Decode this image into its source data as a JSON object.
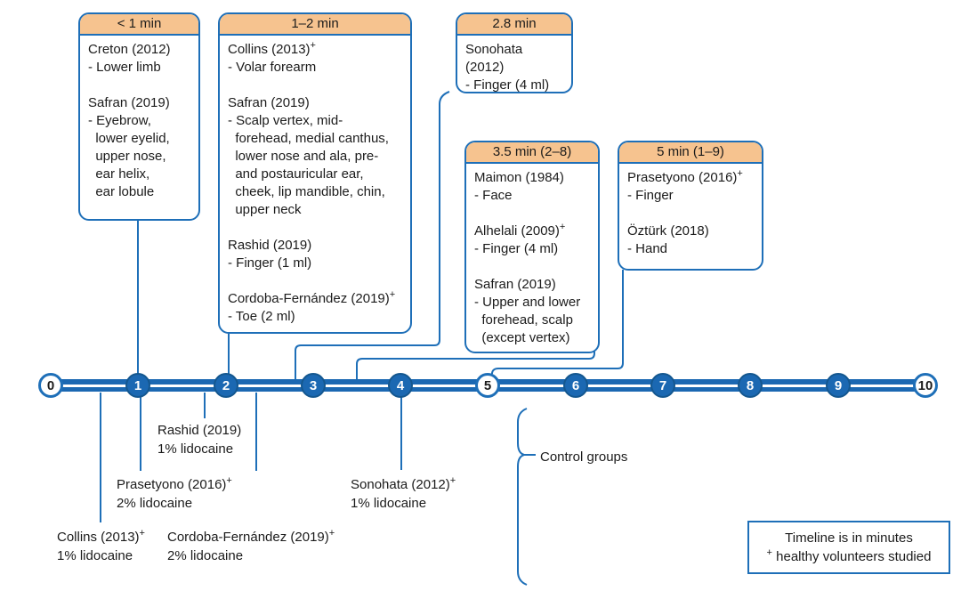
{
  "colors": {
    "line_blue": "#1e6fb8",
    "fill_blue": "#1b68b2",
    "header_peach": "#f6c38f",
    "text": "#1b1b1b"
  },
  "boxes": [
    {
      "header": "< 1 min",
      "studies": [
        {
          "name": "Creton (2012)",
          "detail": "- Lower limb"
        },
        {
          "name": "Safran (2019)",
          "detail": "- Eyebrow,\n  lower eyelid,\n  upper nose,\n  ear helix,\n  ear lobule"
        }
      ]
    },
    {
      "header": "1–2 min",
      "studies": [
        {
          "name": "Collins (2013)",
          "sup": "+",
          "detail": "- Volar forearm"
        },
        {
          "name": "Safran (2019)",
          "detail": "- Scalp vertex, mid-\n  forehead, medial canthus,\n  lower nose and ala, pre-\n  and postauricular ear,\n  cheek, lip mandible, chin,\n  upper neck"
        },
        {
          "name": "Rashid (2019)",
          "detail": "- Finger (1 ml)"
        },
        {
          "name": "Cordoba-Fernández (2019)",
          "sup": "+",
          "detail": "- Toe (2 ml)"
        }
      ]
    },
    {
      "header": "2.8 min",
      "studies": [
        {
          "name": "Sonohata (2012)",
          "detail": "- Finger (4 ml)"
        }
      ]
    },
    {
      "header": "3.5 min (2–8)",
      "studies": [
        {
          "name": "Maimon (1984)",
          "detail": "- Face"
        },
        {
          "name": "Alhelali (2009)",
          "sup": "+",
          "detail": "- Finger (4 ml)"
        },
        {
          "name": "Safran (2019)",
          "detail": "- Upper and lower\n  forehead, scalp\n  (except vertex)"
        }
      ]
    },
    {
      "header": "5 min (1–9)",
      "studies": [
        {
          "name": "Prasetyono (2016)",
          "sup": "+",
          "detail": "- Finger"
        },
        {
          "name": "Öztürk (2018)",
          "detail": "- Hand"
        }
      ]
    }
  ],
  "timeline": {
    "unit": "minutes",
    "points": [
      {
        "label": "0",
        "filled": false
      },
      {
        "label": "1",
        "filled": true
      },
      {
        "label": "2",
        "filled": true
      },
      {
        "label": "3",
        "filled": true
      },
      {
        "label": "4",
        "filled": true
      },
      {
        "label": "5",
        "filled": false
      },
      {
        "label": "6",
        "filled": true
      },
      {
        "label": "7",
        "filled": true
      },
      {
        "label": "8",
        "filled": true
      },
      {
        "label": "9",
        "filled": true
      },
      {
        "label": "10",
        "filled": false
      }
    ]
  },
  "annotations": [
    {
      "name": "Rashid (2019)",
      "dose": "1% lidocaine"
    },
    {
      "name": "Prasetyono (2016)",
      "sup": "+",
      "dose": "2% lidocaine"
    },
    {
      "name": "Collins (2013)",
      "sup": "+",
      "dose": "1% lidocaine"
    },
    {
      "name": "Cordoba-Fernández (2019)",
      "sup": "+",
      "dose": "2% lidocaine"
    },
    {
      "name": "Sonohata (2012)",
      "sup": "+",
      "dose": "1% lidocaine"
    }
  ],
  "control_groups_label": "Control groups",
  "legend": {
    "line1": "Timeline is in minutes",
    "sup": "+",
    "line2": "healthy volunteers studied"
  }
}
